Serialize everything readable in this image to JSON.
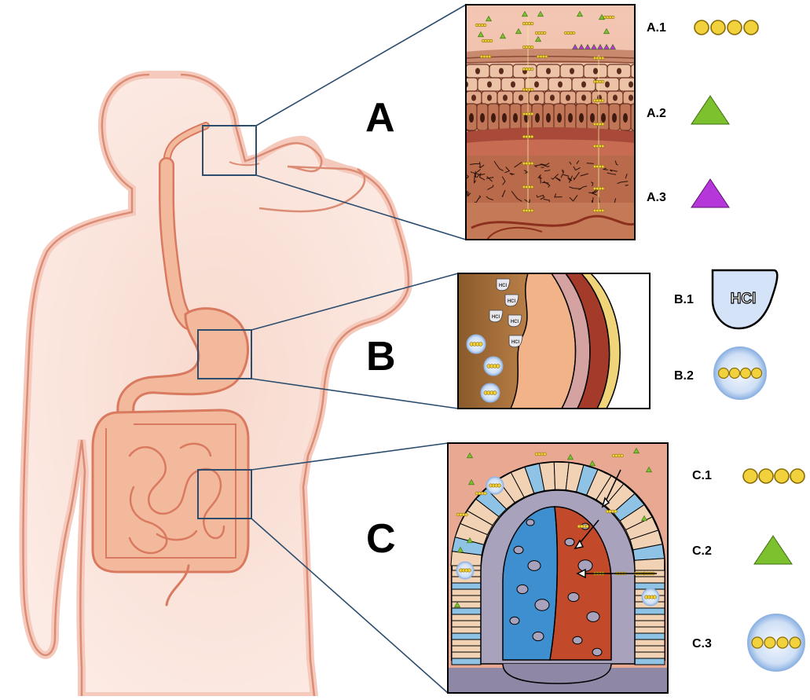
{
  "panels": {
    "a": {
      "letter": "A"
    },
    "b": {
      "letter": "B",
      "hcl_label": "HCl"
    },
    "c": {
      "letter": "C"
    }
  },
  "legend": {
    "a1": "A.1",
    "a2": "A.2",
    "a3": "A.3",
    "b1": "B.1",
    "b1_text": "HCl",
    "b2": "B.2",
    "c1": "C.1",
    "c2": "C.2",
    "c3": "C.3"
  },
  "colors": {
    "body_fill": "#f7d3c4",
    "body_outline": "#d9836b",
    "gut_fill": "#f3b99c",
    "connector": "#2c4d6e",
    "bead": "#f2d23c",
    "bead_outline": "#8a6d08",
    "triangle_green": "#7cc22e",
    "triangle_purple": "#b536d9",
    "lumen_pink": "#e9a892",
    "vessel_blue": "#3e8fcf",
    "vessel_red": "#c2492a",
    "villus_gray": "#a8a2bd",
    "vesicle": "#d4e3f7"
  }
}
